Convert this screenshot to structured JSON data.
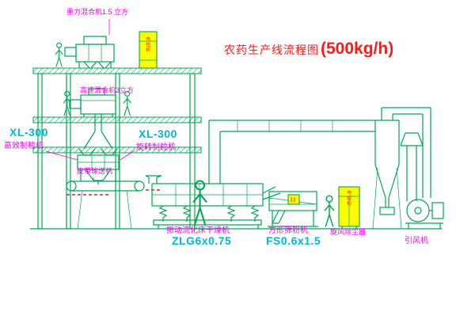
{
  "title": {
    "text": "农药生产线流程图",
    "capacity": "(500kg/h)"
  },
  "labels": {
    "gravity_mixer": "重力混合机1.5 立方",
    "high_speed_mixer": "高速混合机3立方",
    "left_granulator_model": "XL-300",
    "left_granulator_name": "高效制粒机",
    "right_granulator_model": "XL-300",
    "right_granulator_name": "旋转制粒机",
    "belt_conveyor": "皮带输送机",
    "dryer_name": "振动流化床干燥机",
    "dryer_model": "ZLG6x0.75",
    "sifter_name": "方形筛粉机",
    "sifter_model": "FS0.6x1.5",
    "cyclone_name": "旋风除尘器",
    "fan_name": "引风机",
    "cabinet_label": "电控柜"
  },
  "colors": {
    "line-green": "#00a650",
    "label-magenta": "#f000f0",
    "title-red": "#ff1a1a",
    "model-cyan": "#00b8d8",
    "cabinet-yellow": "#ffff00",
    "hatch-darkred": "#b03030",
    "background": "#ffffff"
  }
}
